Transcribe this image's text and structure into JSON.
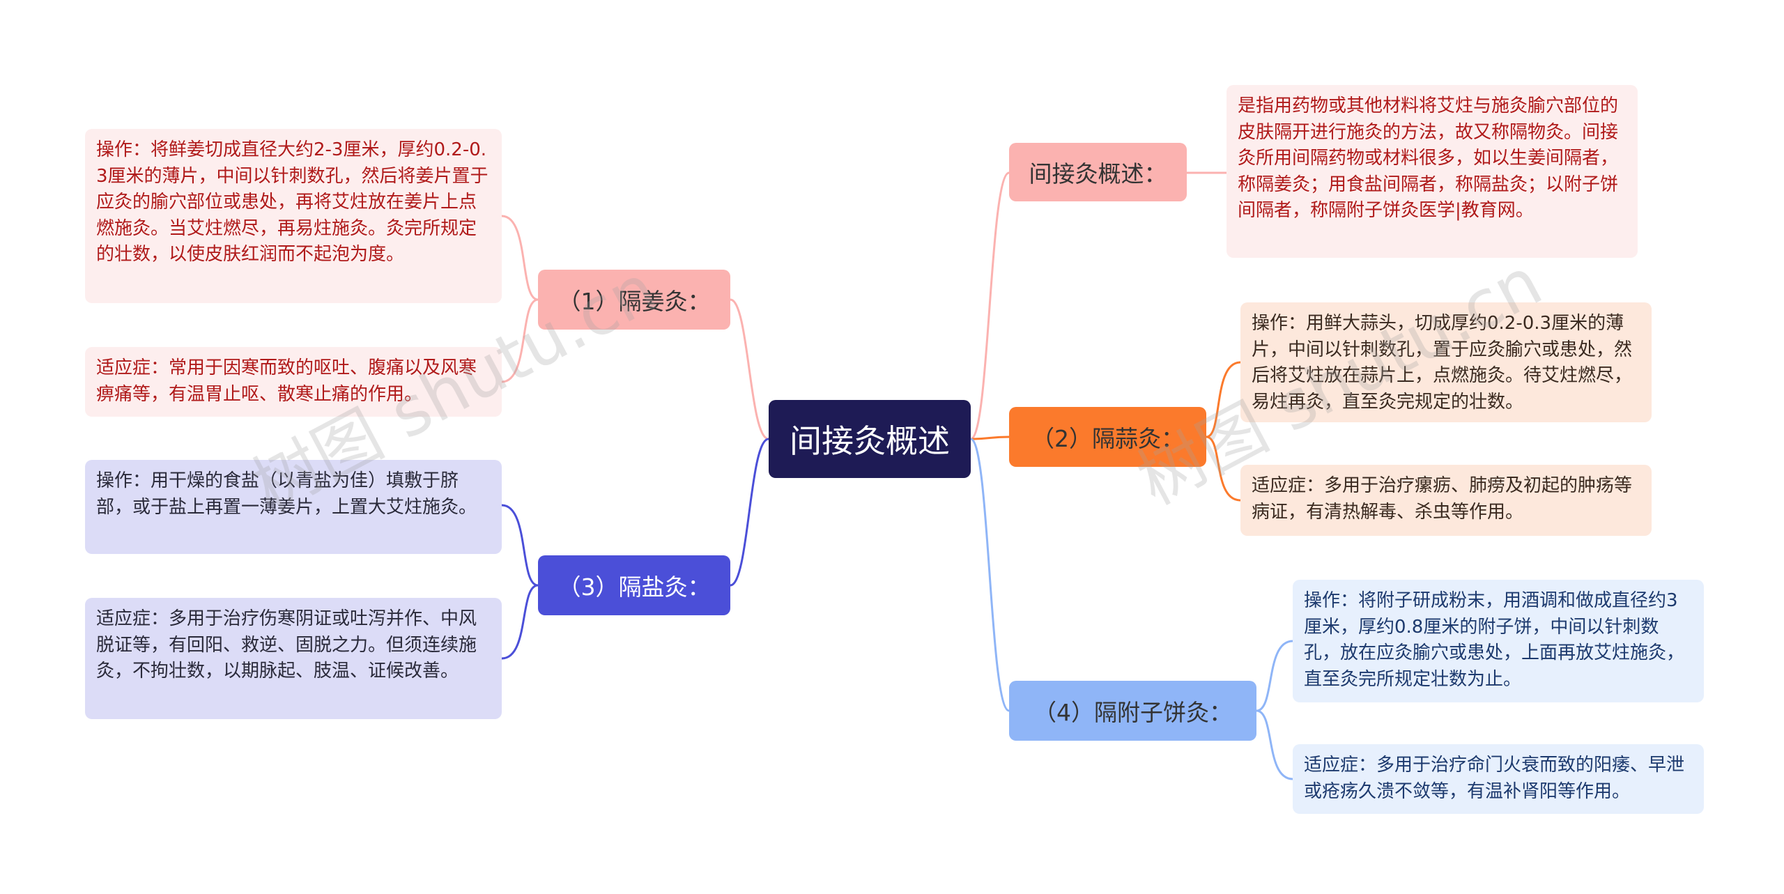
{
  "center": {
    "label": "间接灸概述"
  },
  "branches": {
    "overview": {
      "label": "间接灸概述：",
      "desc": "是指用药物或其他材料将艾炷与施灸腧穴部位的皮肤隔开进行施灸的方法，故又称隔物灸。间接灸所用间隔药物或材料很多，如以生姜间隔者，称隔姜灸；用食盐间隔者，称隔盐灸；以附子饼间隔者，称隔附子饼灸医学|教育网。"
    },
    "ginger": {
      "label": "（1）隔姜灸：",
      "operation": "操作：将鲜姜切成直径大约2-3厘米，厚约0.2-0.3厘米的薄片，中间以针刺数孔，然后将姜片置于应灸的腧穴部位或患处，再将艾炷放在姜片上点燃施灸。当艾炷燃尽，再易炷施灸。灸完所规定的壮数，以使皮肤红润而不起泡为度。",
      "indication": "适应症：常用于因寒而致的呕吐、腹痛以及风寒痹痛等，有温胃止呕、散寒止痛的作用。"
    },
    "garlic": {
      "label": "（2）隔蒜灸：",
      "operation": "操作：用鲜大蒜头，切成厚约0.2-0.3厘米的薄片，中间以针刺数孔，置于应灸腧穴或患处，然后将艾炷放在蒜片上，点燃施灸。待艾炷燃尽，易炷再灸，直至灸完规定的壮数。",
      "indication": "适应症：多用于治疗瘰疬、肺痨及初起的肿疡等病证，有清热解毒、杀虫等作用。"
    },
    "salt": {
      "label": "（3）隔盐灸：",
      "operation": "操作：用干燥的食盐（以青盐为佳）填敷于脐部，或于盐上再置一薄姜片，上置大艾炷施灸。",
      "indication": "适应症：多用于治疗伤寒阴证或吐泻并作、中风脱证等，有回阳、救逆、固脱之力。但须连续施灸，不拘壮数，以期脉起、肢温、证候改善。"
    },
    "aconite": {
      "label": "（4）隔附子饼灸：",
      "operation": "操作：将附子研成粉末，用酒调和做成直径约3厘米，厚约0.8厘米的附子饼，中间以针刺数孔，放在应灸腧穴或患处，上面再放艾炷施灸，直至灸完所规定壮数为止。",
      "indication": "适应症：多用于治疗命门火衰而致的阳痿、早泄或疮疡久溃不敛等，有温补肾阳等作用。"
    }
  },
  "watermarks": [
    "树图 shutu.cn",
    "树图 shutu.cn"
  ],
  "colors": {
    "center": "#1e1b55",
    "pink": "#fbb2b0",
    "orange": "#fb7a2c",
    "indigo": "#4b4fd8",
    "blue": "#8fb5f7"
  }
}
